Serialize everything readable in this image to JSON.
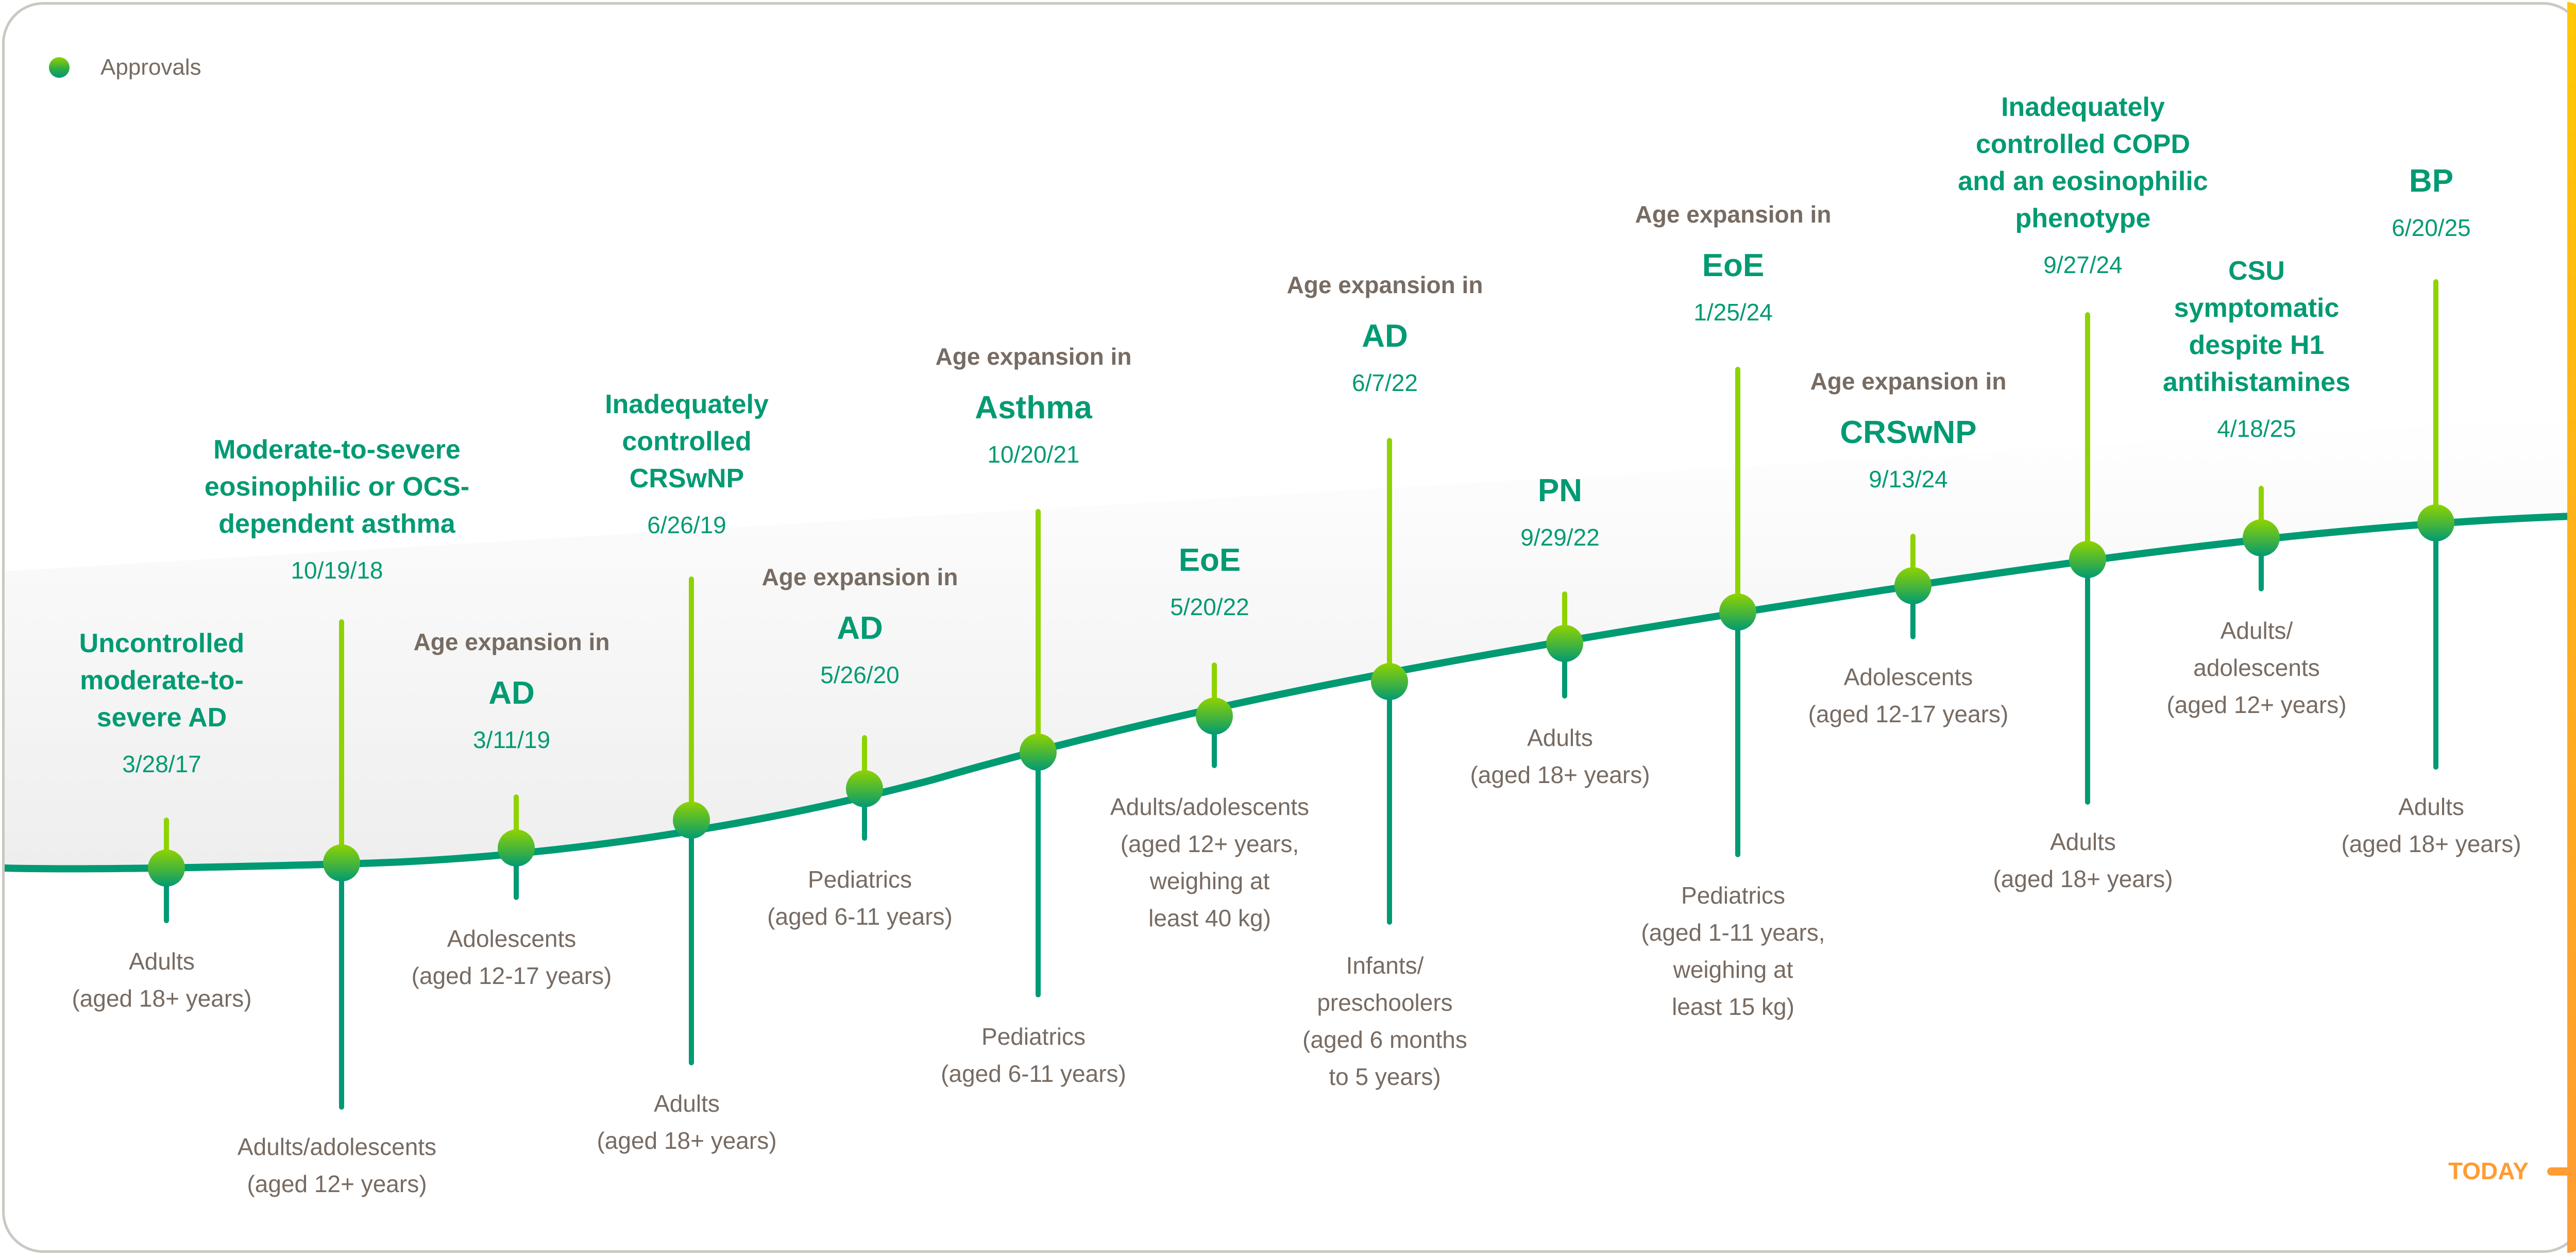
{
  "legend": {
    "label": "Approvals",
    "icon": "gradient-dot-icon"
  },
  "today_label": "TODAY",
  "colors": {
    "title_green": "#009a73",
    "gray_text": "#776b62",
    "curve": "#009a73",
    "stem_up": "#8ed300",
    "stem_down": "#009a73",
    "today_orange": "#ff9c33",
    "bar_top": "#ffc805",
    "bar_bottom": "#ff9c33",
    "border": "#cbc7c1"
  },
  "events": [
    {
      "prefix": "",
      "title": "Uncontrolled moderate-to-severe AD",
      "title_lines": [
        "Uncontrolled",
        "moderate-to-",
        "severe AD"
      ],
      "date": "3/28/17",
      "population_lines": [
        "Adults",
        "(aged 18+ years)"
      ]
    },
    {
      "prefix": "",
      "title": "Moderate-to-severe eosinophilic or OCS-dependent asthma",
      "title_lines": [
        "Moderate-to-severe",
        "eosinophilic or OCS-",
        "dependent asthma"
      ],
      "date": "10/19/18",
      "population_lines": [
        "Adults/adolescents",
        "(aged 12+ years)"
      ]
    },
    {
      "prefix": "Age expansion in",
      "title": "AD",
      "title_lines": [
        "AD"
      ],
      "date": "3/11/19",
      "population_lines": [
        "Adolescents",
        "(aged 12-17 years)"
      ]
    },
    {
      "prefix": "",
      "title": "Inadequately controlled CRSwNP",
      "title_lines": [
        "Inadequately",
        "controlled",
        "CRSwNP"
      ],
      "date": "6/26/19",
      "population_lines": [
        "Adults",
        "(aged 18+ years)"
      ]
    },
    {
      "prefix": "Age expansion in",
      "title": "AD",
      "title_lines": [
        "AD"
      ],
      "date": "5/26/20",
      "population_lines": [
        "Pediatrics",
        "(aged 6-11 years)"
      ]
    },
    {
      "prefix": "Age expansion in",
      "title": "Asthma",
      "title_lines": [
        "Asthma"
      ],
      "date": "10/20/21",
      "population_lines": [
        "Pediatrics",
        "(aged 6-11 years)"
      ]
    },
    {
      "prefix": "",
      "title": "EoE",
      "title_lines": [
        "EoE"
      ],
      "date": "5/20/22",
      "population_lines": [
        "Adults/adolescents",
        "(aged 12+ years,",
        "weighing at",
        "least 40 kg)"
      ]
    },
    {
      "prefix": "Age expansion in",
      "title": "AD",
      "title_lines": [
        "AD"
      ],
      "date": "6/7/22",
      "population_lines": [
        "Infants/",
        "preschoolers",
        "(aged 6 months",
        "to 5 years)"
      ]
    },
    {
      "prefix": "",
      "title": "PN",
      "title_lines": [
        "PN"
      ],
      "date": "9/29/22",
      "population_lines": [
        "Adults",
        "(aged 18+ years)"
      ]
    },
    {
      "prefix": "Age expansion in",
      "title": "EoE",
      "title_lines": [
        "EoE"
      ],
      "date": "1/25/24",
      "population_lines": [
        "Pediatrics",
        "(aged 1-11 years,",
        "weighing at",
        "least 15 kg)"
      ]
    },
    {
      "prefix": "Age expansion in",
      "title": "CRSwNP",
      "title_lines": [
        "CRSwNP"
      ],
      "date": "9/13/24",
      "population_lines": [
        "Adolescents",
        "(aged 12-17 years)"
      ]
    },
    {
      "prefix": "",
      "title": "Inadequately controlled COPD and an eosinophilic phenotype",
      "title_lines": [
        "Inadequately",
        "controlled COPD",
        "and an eosinophilic",
        "phenotype"
      ],
      "date": "9/27/24",
      "population_lines": [
        "Adults",
        "(aged 18+ years)"
      ]
    },
    {
      "prefix": "",
      "title": "CSU symptomatic despite H1 antihistamines",
      "title_lines": [
        "CSU",
        "symptomatic",
        "despite H1",
        "antihistamines"
      ],
      "date": "4/18/25",
      "population_lines": [
        "Adults/",
        "adolescents",
        "(aged 12+ years)"
      ]
    },
    {
      "prefix": "",
      "title": "BP",
      "title_lines": [
        "BP"
      ],
      "date": "6/20/25",
      "population_lines": [
        "Adults",
        "(aged 18+ years)"
      ]
    }
  ]
}
